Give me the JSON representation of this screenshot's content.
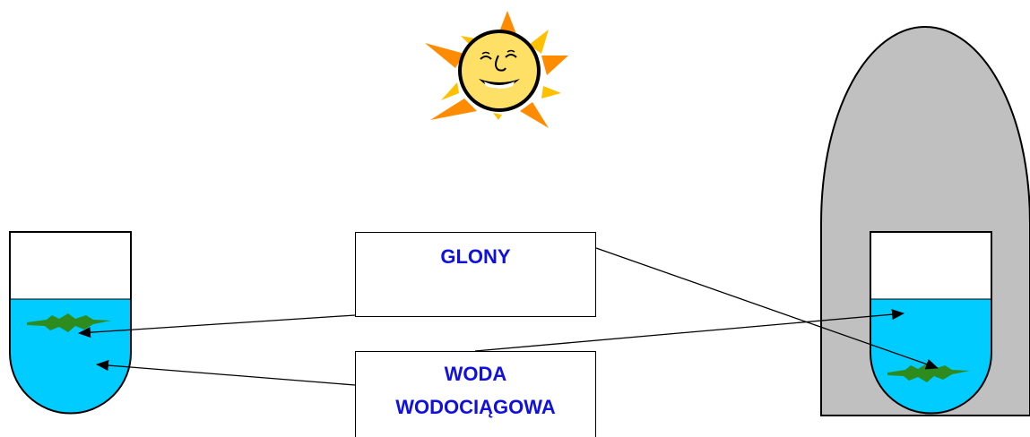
{
  "labels": {
    "algae": "GLONY",
    "tap_water_line1": "WODA",
    "tap_water_line2": "WODOCIĄGOWA"
  },
  "colors": {
    "water": "#00ccff",
    "algae": "#2e8b1e",
    "dome": "#c0c0c0",
    "label_text": "#1010e0",
    "sun_face": "#ffe066",
    "sun_rays": "#ff8c00",
    "sun_rays_light": "#ffc000"
  },
  "icons": {
    "sun": "smiling-sun-icon",
    "left_tube": "test-tube-icon",
    "right_tube": "test-tube-icon",
    "dome": "dark-cover-icon",
    "algae": "algae-icon"
  }
}
